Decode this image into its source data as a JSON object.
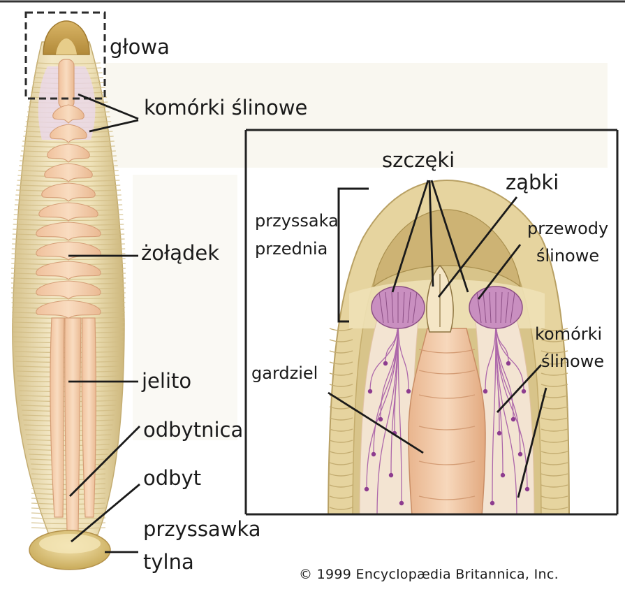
{
  "labels": {
    "glowa": "głowa",
    "komorki_slinowe_left": "komórki ślinowe",
    "zoladek": "żołądek",
    "jelito": "jelito",
    "odbytnica": "odbytnica",
    "odbyt": "odbyt",
    "przyssawka_line1": "przyssawka",
    "przyssawka_line2": "tylna",
    "szczeki": "szczęki",
    "zabki": "ząbki",
    "przyssaka_line1": "przyssaka",
    "przyssaka_line2": "przednia",
    "przewody_line1": "przewody",
    "przewody_line2": "ślinowe",
    "komorki_right_line1": "komórki",
    "komorki_right_line2": "ślinowe",
    "gardziel": "gardziel"
  },
  "copyright": "© 1999 Encyclopædia Britannica, Inc.",
  "colors": {
    "body_fill": "#efe3bd",
    "body_ring": "#d8c48f",
    "gut_fill": "#f4cfae",
    "gut_stroke": "#d9a37e",
    "head_fill": "#c9a24e",
    "salivary": "#b86ab5",
    "salivary_light": "#e9d3ea",
    "frame": "#222222"
  }
}
